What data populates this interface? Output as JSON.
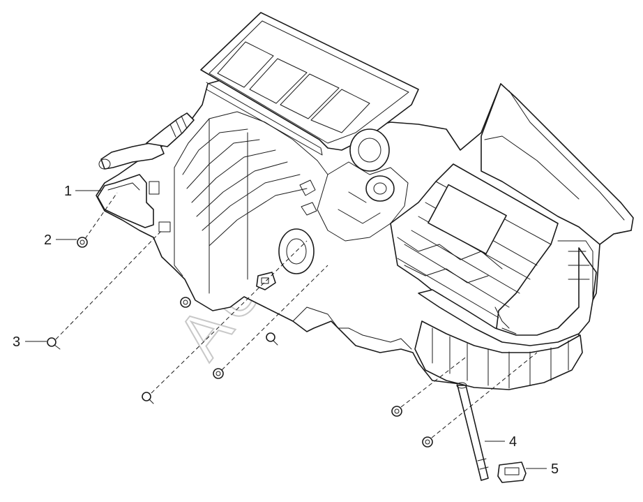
{
  "callouts": [
    {
      "id": "1",
      "label": "1"
    },
    {
      "id": "2",
      "label": "2"
    },
    {
      "id": "3",
      "label": "3"
    },
    {
      "id": "4",
      "label": "4"
    },
    {
      "id": "5",
      "label": "5"
    }
  ],
  "watermark": "AUTO",
  "colors": {
    "line": "#1a1a1a",
    "background": "#ffffff",
    "watermark": "#c8c8c8"
  }
}
